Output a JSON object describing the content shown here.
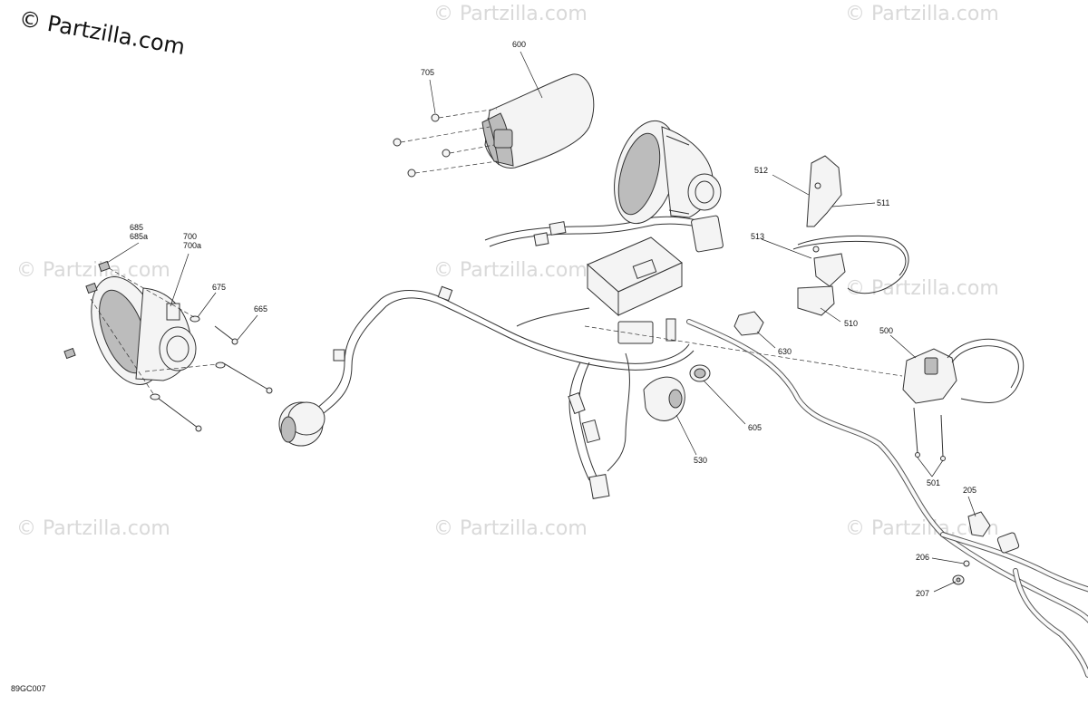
{
  "watermark": {
    "brand": "© Partzilla.com",
    "faint": "© Partzilla.com"
  },
  "diagram_code": "89GC007",
  "callouts": {
    "c600": "600",
    "c705": "705",
    "c685": "685",
    "c685a": "685a",
    "c700": "700",
    "c700a": "700a",
    "c675": "675",
    "c665": "665",
    "c512": "512",
    "c511": "511",
    "c513": "513",
    "c510": "510",
    "c500": "500",
    "c630": "630",
    "c605": "605",
    "c530": "530",
    "c501": "501",
    "c205": "205",
    "c206": "206",
    "c207": "207"
  }
}
